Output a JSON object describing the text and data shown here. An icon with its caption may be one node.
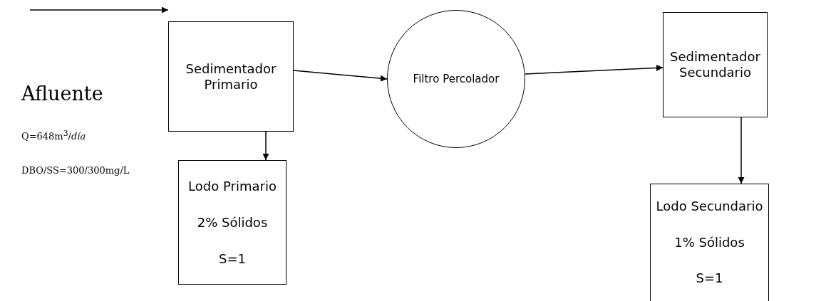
{
  "diagram": {
    "nodes": [
      {
        "text": [
          "Sedimentador Primario"
        ]
      },
      {
        "text": [
          "Filtro Percolador"
        ]
      },
      {
        "text": [
          "Sedimentador Secundario"
        ]
      },
      {
        "text": [
          "Lodo Primario",
          "2% Sólidos",
          "S=1"
        ]
      },
      {
        "text": [
          "Lodo Secundario",
          "1% Sólidos",
          "S=1"
        ]
      }
    ],
    "edges": [
      {
        "from": null,
        "to": 0,
        "arrow": "to"
      },
      {
        "from": 0,
        "to": 1,
        "arrow": "to"
      },
      {
        "from": 1,
        "to": 2,
        "arrow": "to"
      },
      {
        "from": 0,
        "to": 3,
        "arrow": "to"
      },
      {
        "from": 2,
        "to": 4,
        "arrow": "to"
      }
    ],
    "labels": [
      "Afluente",
      "Q=648m$^{3}$/*día*",
      "DBO/SS=300/300mg/L"
    ]
  }
}
